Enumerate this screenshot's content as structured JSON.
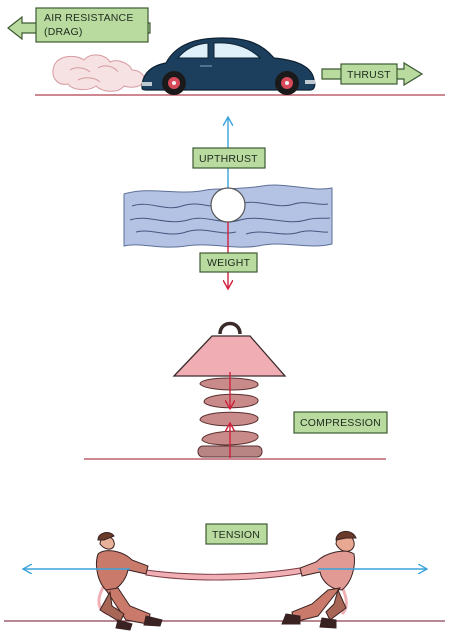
{
  "labels": {
    "drag_line1": "AIR RESISTANCE",
    "drag_line2": "(DRAG)",
    "thrust": "THRUST",
    "upthrust": "UPTHRUST",
    "weight": "WEIGHT",
    "compression": "COMPRESSION",
    "tension": "TENSION"
  },
  "colors": {
    "label_box": "#b9dba0",
    "label_border": "#3c5a32",
    "blue_arrow": "#3aa3dc",
    "red_arrow": "#d0203c",
    "car_body": "#1c3f5e",
    "water": "#b4c3e4",
    "weight_block": "#f0aeb4",
    "spring": "#c98a8a"
  }
}
